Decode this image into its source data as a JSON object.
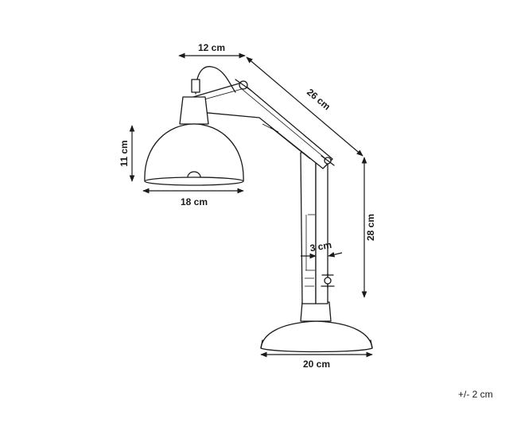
{
  "dimensions": {
    "top_width": "12 cm",
    "arm_length": "26 cm",
    "shade_height": "11 cm",
    "shade_width": "18 cm",
    "total_height": "28 cm",
    "post_width": "3 cm",
    "base_width": "20 cm"
  },
  "tolerance": "+/- 2 cm"
}
